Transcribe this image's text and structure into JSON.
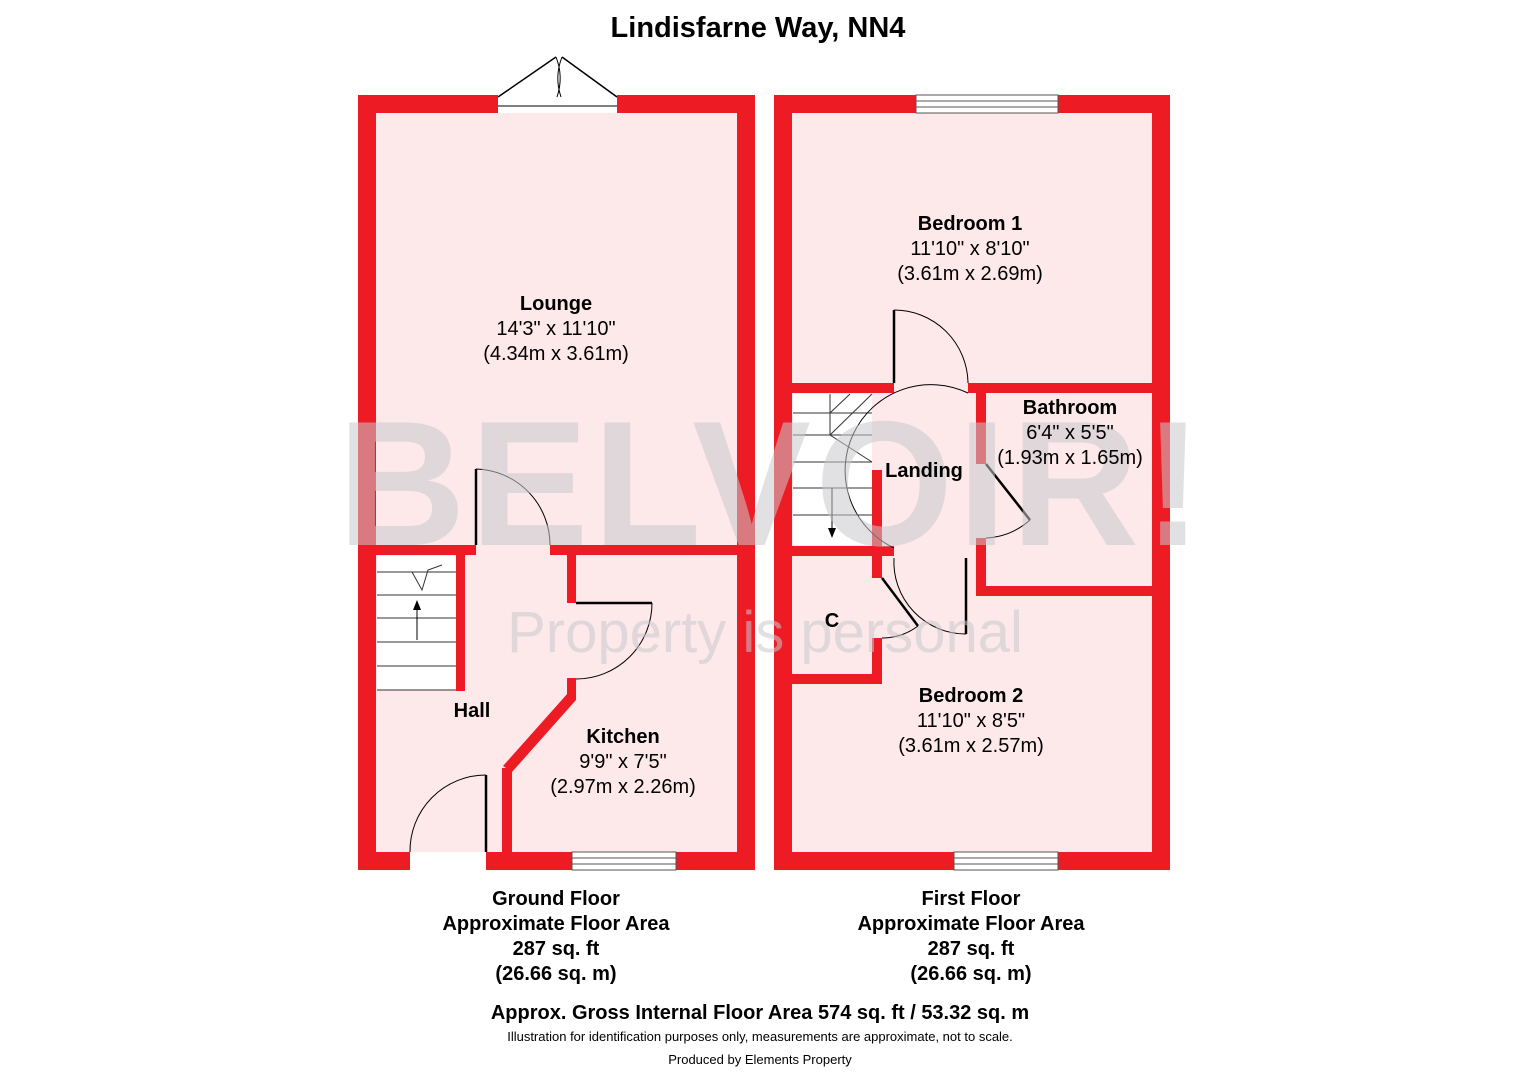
{
  "title": "Lindisfarne Way, NN4",
  "watermark": {
    "brand": "BELVOIR!",
    "tagline": "Property is personal"
  },
  "colors": {
    "wall": "#ed1c24",
    "floor": "#fde8ea",
    "door_line": "#000000"
  },
  "rooms": {
    "lounge": {
      "name": "Lounge",
      "imperial": "14'3\" x 11'10\"",
      "metric": "(4.34m x 3.61m)"
    },
    "hall": {
      "name": "Hall"
    },
    "kitchen": {
      "name": "Kitchen",
      "imperial": "9'9\" x 7'5\"",
      "metric": "(2.97m x 2.26m)"
    },
    "bedroom1": {
      "name": "Bedroom 1",
      "imperial": "11'10\" x 8'10\"",
      "metric": "(3.61m x 2.69m)"
    },
    "bathroom": {
      "name": "Bathroom",
      "imperial": "6'4\" x 5'5\"",
      "metric": "(1.93m x 1.65m)"
    },
    "landing": {
      "name": "Landing"
    },
    "cupboard": {
      "name": "C"
    },
    "bedroom2": {
      "name": "Bedroom 2",
      "imperial": "11'10\" x 8'5\"",
      "metric": "(3.61m x 2.57m)"
    }
  },
  "floors": {
    "ground": {
      "name": "Ground Floor",
      "area_label": "Approximate Floor Area",
      "sqft": "287 sq. ft",
      "sqm": "(26.66 sq. m)"
    },
    "first": {
      "name": "First Floor",
      "area_label": "Approximate Floor Area",
      "sqft": "287 sq. ft",
      "sqm": "(26.66 sq. m)"
    }
  },
  "footer": {
    "gross_area": "Approx. Gross Internal Floor Area 574 sq. ft / 53.32 sq. m",
    "disclaimer": "Illustration for identification purposes only, measurements are approximate, not to scale.",
    "credit": "Produced by Elements Property"
  }
}
